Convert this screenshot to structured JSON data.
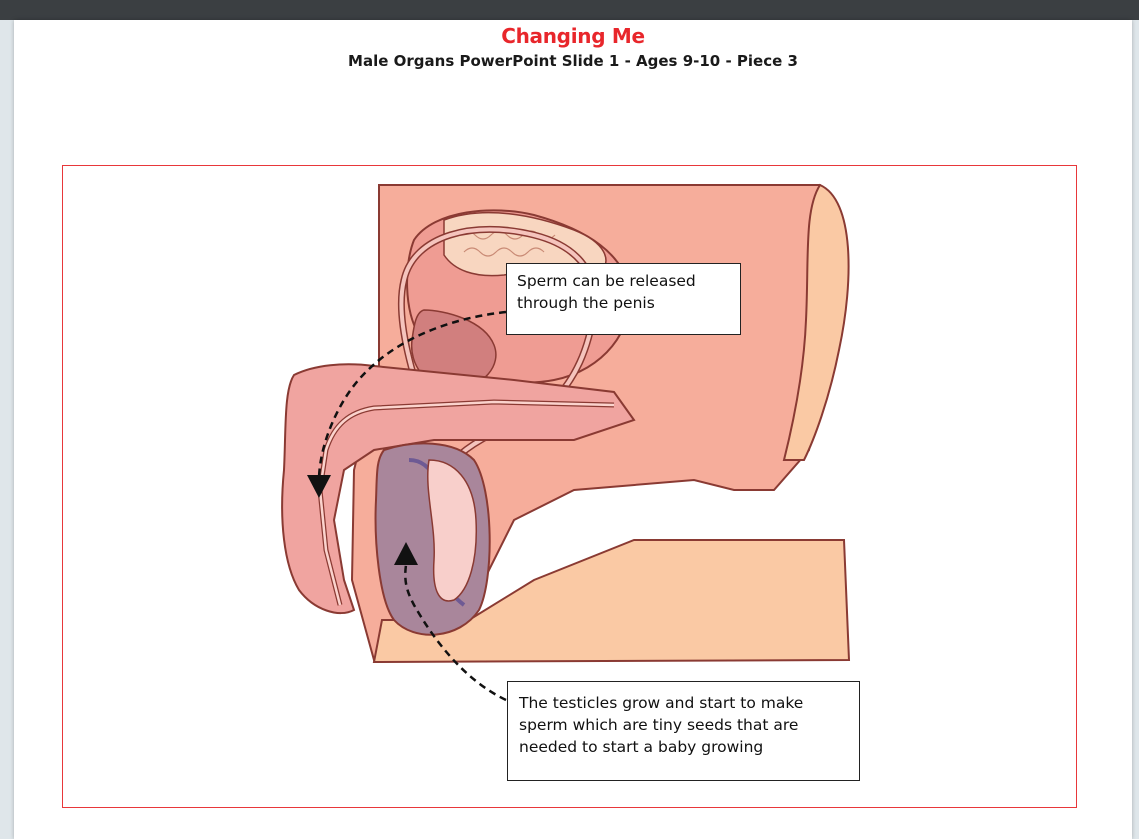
{
  "header": {
    "title": "Changing Me",
    "subtitle": "Male Organs PowerPoint Slide 1 - Ages 9-10 - Piece 3"
  },
  "callouts": {
    "release": {
      "line1": "Sperm can be released",
      "line2": "through the penis"
    },
    "testicles": {
      "line1": "The testicles grow and start to make",
      "line2": "sperm which are tiny seeds that are",
      "line3": "needed to start a baby growing"
    }
  },
  "colors": {
    "title": "#e8262b",
    "frame": "#e8373a",
    "skin": "#f9c9a4",
    "tissue": "#f3a79b",
    "testis": "#a9869b"
  }
}
